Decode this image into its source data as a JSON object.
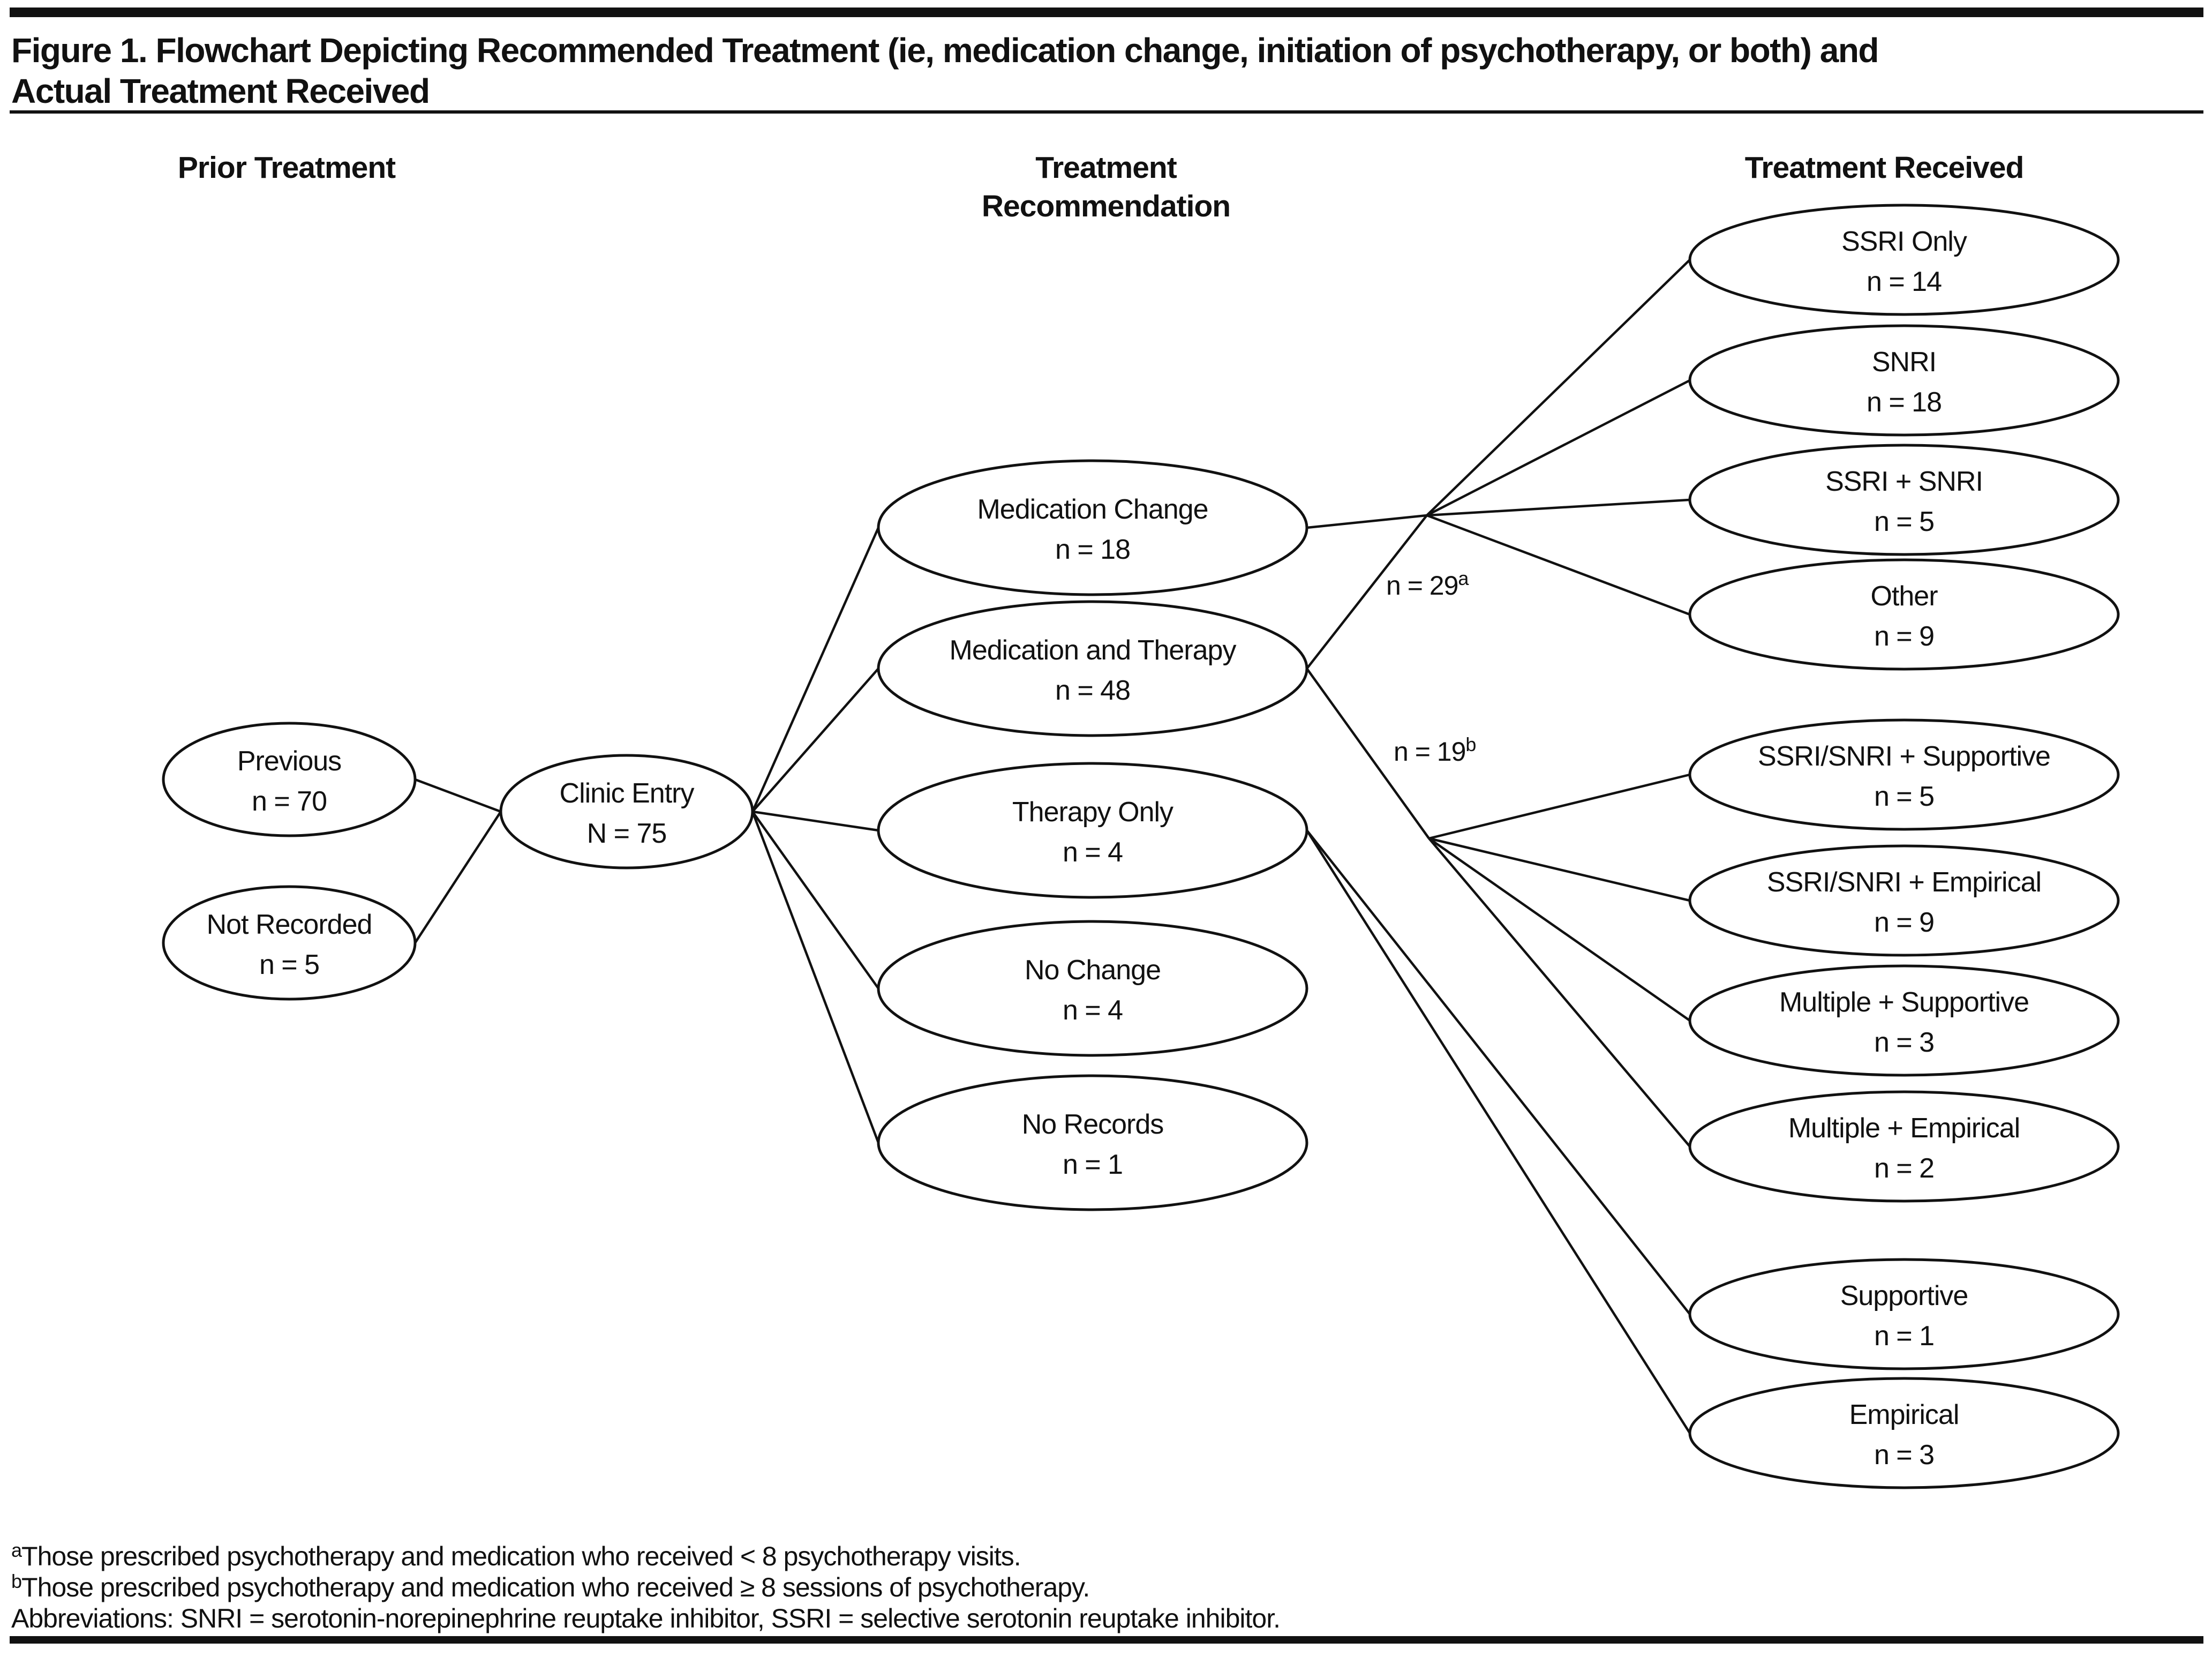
{
  "figure": {
    "title_line1": "Figure 1. Flowchart Depicting Recommended Treatment (ie, medication change, initiation of psychotherapy, or both) and",
    "title_line2": "Actual Treatment Received"
  },
  "headers": {
    "prior": "Prior Treatment",
    "recommendation_line1": "Treatment",
    "recommendation_line2": "Recommendation",
    "received": "Treatment Received"
  },
  "nodes": {
    "previous": {
      "label": "Previous",
      "count": "n = 70"
    },
    "not_recorded": {
      "label": "Not Recorded",
      "count": "n = 5"
    },
    "clinic_entry": {
      "label": "Clinic Entry",
      "count": "N = 75"
    },
    "medication_change": {
      "label": "Medication Change",
      "count": "n = 18"
    },
    "medication_and_therapy": {
      "label": "Medication and Therapy",
      "count": "n = 48"
    },
    "therapy_only": {
      "label": "Therapy Only",
      "count": "n = 4"
    },
    "no_change": {
      "label": "No Change",
      "count": "n = 4"
    },
    "no_records": {
      "label": "No Records",
      "count": "n = 1"
    },
    "ssri_only": {
      "label": "SSRI Only",
      "count": "n = 14"
    },
    "snri": {
      "label": "SNRI",
      "count": "n = 18"
    },
    "ssri_snri": {
      "label": "SSRI + SNRI",
      "count": "n = 5"
    },
    "other": {
      "label": "Other",
      "count": "n = 9"
    },
    "ssri_snri_supportive": {
      "label": "SSRI/SNRI + Supportive",
      "count": "n = 5"
    },
    "ssri_snri_empirical": {
      "label": "SSRI/SNRI + Empirical",
      "count": "n = 9"
    },
    "multiple_supportive": {
      "label": "Multiple + Supportive",
      "count": "n = 3"
    },
    "multiple_empirical": {
      "label": "Multiple + Empirical",
      "count": "n = 2"
    },
    "supportive": {
      "label": "Supportive",
      "count": "n = 1"
    },
    "empirical": {
      "label": "Empirical",
      "count": "n = 3"
    }
  },
  "edge_labels": {
    "n29": {
      "text": "n = 29",
      "superscript": "a"
    },
    "n19": {
      "text": "n = 19",
      "superscript": "b"
    }
  },
  "connections": [
    {
      "from": "previous",
      "to": "clinic_entry"
    },
    {
      "from": "not_recorded",
      "to": "clinic_entry"
    },
    {
      "from": "clinic_entry",
      "to": "medication_change"
    },
    {
      "from": "clinic_entry",
      "to": "medication_and_therapy"
    },
    {
      "from": "clinic_entry",
      "to": "therapy_only"
    },
    {
      "from": "clinic_entry",
      "to": "no_change"
    },
    {
      "from": "clinic_entry",
      "to": "no_records"
    },
    {
      "from": "medication_change",
      "to": "medication_received_group",
      "group_label": "n = 29a"
    },
    {
      "from": "medication_and_therapy",
      "to": "medication_received_group",
      "group_label": "n = 29a"
    },
    {
      "from": "medication_received_group",
      "to": "ssri_only"
    },
    {
      "from": "medication_received_group",
      "to": "snri"
    },
    {
      "from": "medication_received_group",
      "to": "ssri_snri"
    },
    {
      "from": "medication_received_group",
      "to": "other"
    },
    {
      "from": "medication_and_therapy",
      "to": "therapy_received_group",
      "group_label": "n = 19b"
    },
    {
      "from": "therapy_received_group",
      "to": "ssri_snri_supportive"
    },
    {
      "from": "therapy_received_group",
      "to": "ssri_snri_empirical"
    },
    {
      "from": "therapy_received_group",
      "to": "multiple_supportive"
    },
    {
      "from": "therapy_received_group",
      "to": "multiple_empirical"
    },
    {
      "from": "therapy_only",
      "to": "supportive"
    },
    {
      "from": "therapy_only",
      "to": "empirical"
    }
  ],
  "footnotes": {
    "a_superscript": "a",
    "a_text": "Those prescribed psychotherapy and medication who received < 8 psychotherapy visits.",
    "b_superscript": "b",
    "b_text": "Those prescribed psychotherapy and medication who received ≥ 8 sessions of psychotherapy.",
    "abbreviations": "Abbreviations: SNRI = serotonin-norepinephrine reuptake inhibitor, SSRI = selective serotonin reuptake inhibitor."
  },
  "colors": {
    "ink": "#111111",
    "background": "#ffffff"
  }
}
